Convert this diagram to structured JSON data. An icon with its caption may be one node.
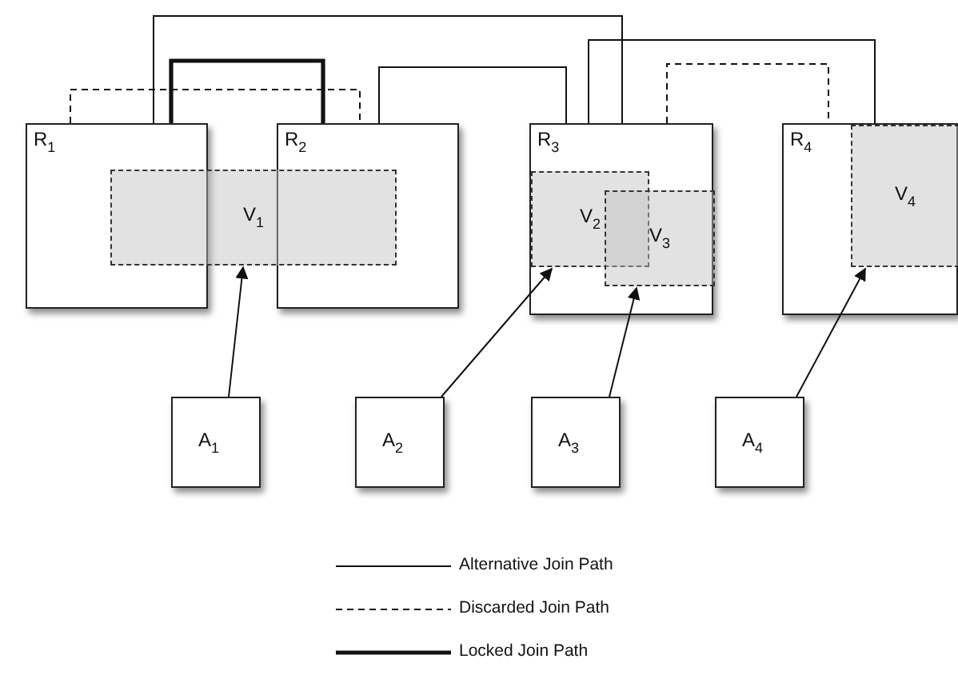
{
  "diagram": {
    "nodes": [
      {
        "text": [
          "R$_{1}$"
        ]
      },
      {
        "text": [
          "R$_{2}$"
        ]
      },
      {
        "text": [
          "V$_{1}$"
        ]
      },
      {
        "text": [
          "R$_{3}$"
        ]
      },
      {
        "text": [
          "V$_{2}$"
        ],
        "in": 3
      },
      {
        "text": [
          "V$_{3}$"
        ],
        "in": 3
      },
      {
        "text": [
          "R$_{4}$"
        ]
      },
      {
        "text": [
          "V$_{4}$"
        ],
        "in": 6
      },
      {
        "text": [
          "A$_{1}$"
        ]
      },
      {
        "text": [
          "A$_{2}$"
        ]
      },
      {
        "text": [
          "A$_{3}$"
        ]
      },
      {
        "text": [
          "A$_{4}$"
        ]
      }
    ],
    "edges": [
      {
        "from": 0,
        "to": 3,
        "arrow": "none"
      },
      {
        "from": 0,
        "to": 1,
        "arrow": "none",
        "style": "thick"
      },
      {
        "from": 0,
        "to": 1,
        "arrow": "none",
        "style": "dashed"
      },
      {
        "from": 1,
        "to": 3,
        "arrow": "none"
      },
      {
        "from": 3,
        "to": 6,
        "arrow": "none"
      },
      {
        "from": 3,
        "to": 6,
        "arrow": "none",
        "style": "dashed"
      },
      {
        "from": 8,
        "to": 2,
        "arrow": "to"
      },
      {
        "from": 9,
        "to": 4,
        "arrow": "to"
      },
      {
        "from": 10,
        "to": 5,
        "arrow": "to"
      },
      {
        "from": 11,
        "to": 7,
        "arrow": "to"
      }
    ],
    "legend": [
      {
        "text": "Alternative Join Path"
      },
      {
        "text": "Discarded Join Path"
      },
      {
        "text": "Locked Join Path"
      }
    ]
  }
}
